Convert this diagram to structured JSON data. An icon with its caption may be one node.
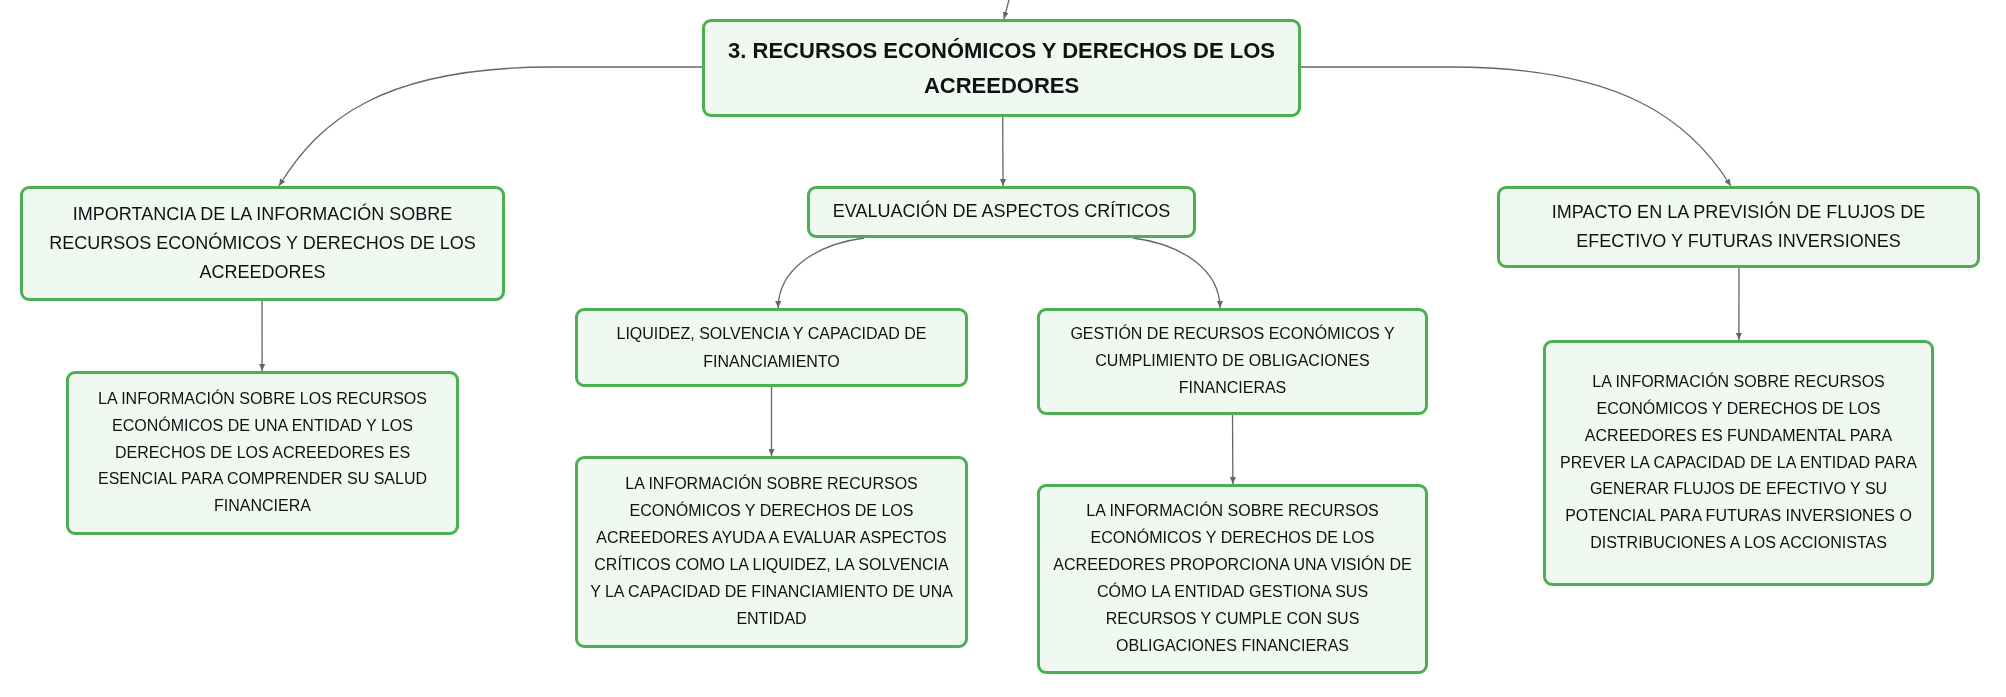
{
  "diagram": {
    "nodes": [
      {
        "text": [
          "3. RECURSOS ECONÓMICOS Y DERECHOS DE LOS ACREEDORES"
        ]
      },
      {
        "text": [
          "IMPORTANCIA DE LA INFORMACIÓN SOBRE RECURSOS ECONÓMICOS Y DERECHOS DE LOS ACREEDORES"
        ]
      },
      {
        "text": [
          "LA INFORMACIÓN SOBRE LOS RECURSOS ECONÓMICOS DE UNA ENTIDAD Y LOS DERECHOS DE LOS ACREEDORES ES ESENCIAL PARA COMPRENDER SU SALUD FINANCIERA"
        ]
      },
      {
        "text": [
          "EVALUACIÓN DE ASPECTOS CRÍTICOS"
        ]
      },
      {
        "text": [
          "LIQUIDEZ, SOLVENCIA Y CAPACIDAD DE FINANCIAMIENTO"
        ]
      },
      {
        "text": [
          "LA INFORMACIÓN SOBRE RECURSOS ECONÓMICOS Y DERECHOS DE LOS ACREEDORES AYUDA A EVALUAR ASPECTOS CRÍTICOS COMO LA LIQUIDEZ, LA SOLVENCIA Y LA CAPACIDAD DE FINANCIAMIENTO DE UNA ENTIDAD"
        ]
      },
      {
        "text": [
          "GESTIÓN DE RECURSOS ECONÓMICOS Y CUMPLIMIENTO DE OBLIGACIONES FINANCIERAS"
        ]
      },
      {
        "text": [
          "LA INFORMACIÓN SOBRE RECURSOS ECONÓMICOS Y DERECHOS DE LOS ACREEDORES PROPORCIONA UNA VISIÓN DE CÓMO LA ENTIDAD GESTIONA SUS RECURSOS Y CUMPLE CON SUS OBLIGACIONES FINANCIERAS"
        ]
      },
      {
        "text": [
          "IMPACTO EN LA PREVISIÓN DE FLUJOS DE EFECTIVO Y FUTURAS INVERSIONES"
        ]
      },
      {
        "text": [
          "LA INFORMACIÓN SOBRE RECURSOS ECONÓMICOS Y DERECHOS DE LOS ACREEDORES ES FUNDAMENTAL PARA PREVER LA CAPACIDAD DE LA ENTIDAD PARA GENERAR FLUJOS DE EFECTIVO Y SU POTENCIAL PARA FUTURAS INVERSIONES O DISTRIBUCIONES A LOS ACCIONISTAS"
        ]
      }
    ],
    "edges": [
      {
        "from": null,
        "to": 0,
        "arrow": "to"
      },
      {
        "from": 0,
        "to": 1,
        "arrow": "to"
      },
      {
        "from": 0,
        "to": 3,
        "arrow": "to"
      },
      {
        "from": 0,
        "to": 8,
        "arrow": "to"
      },
      {
        "from": 1,
        "to": 2,
        "arrow": "to"
      },
      {
        "from": 3,
        "to": 4,
        "arrow": "to"
      },
      {
        "from": 3,
        "to": 6,
        "arrow": "to"
      },
      {
        "from": 4,
        "to": 5,
        "arrow": "to"
      },
      {
        "from": 6,
        "to": 7,
        "arrow": "to"
      },
      {
        "from": 8,
        "to": 9,
        "arrow": "to"
      }
    ]
  }
}
